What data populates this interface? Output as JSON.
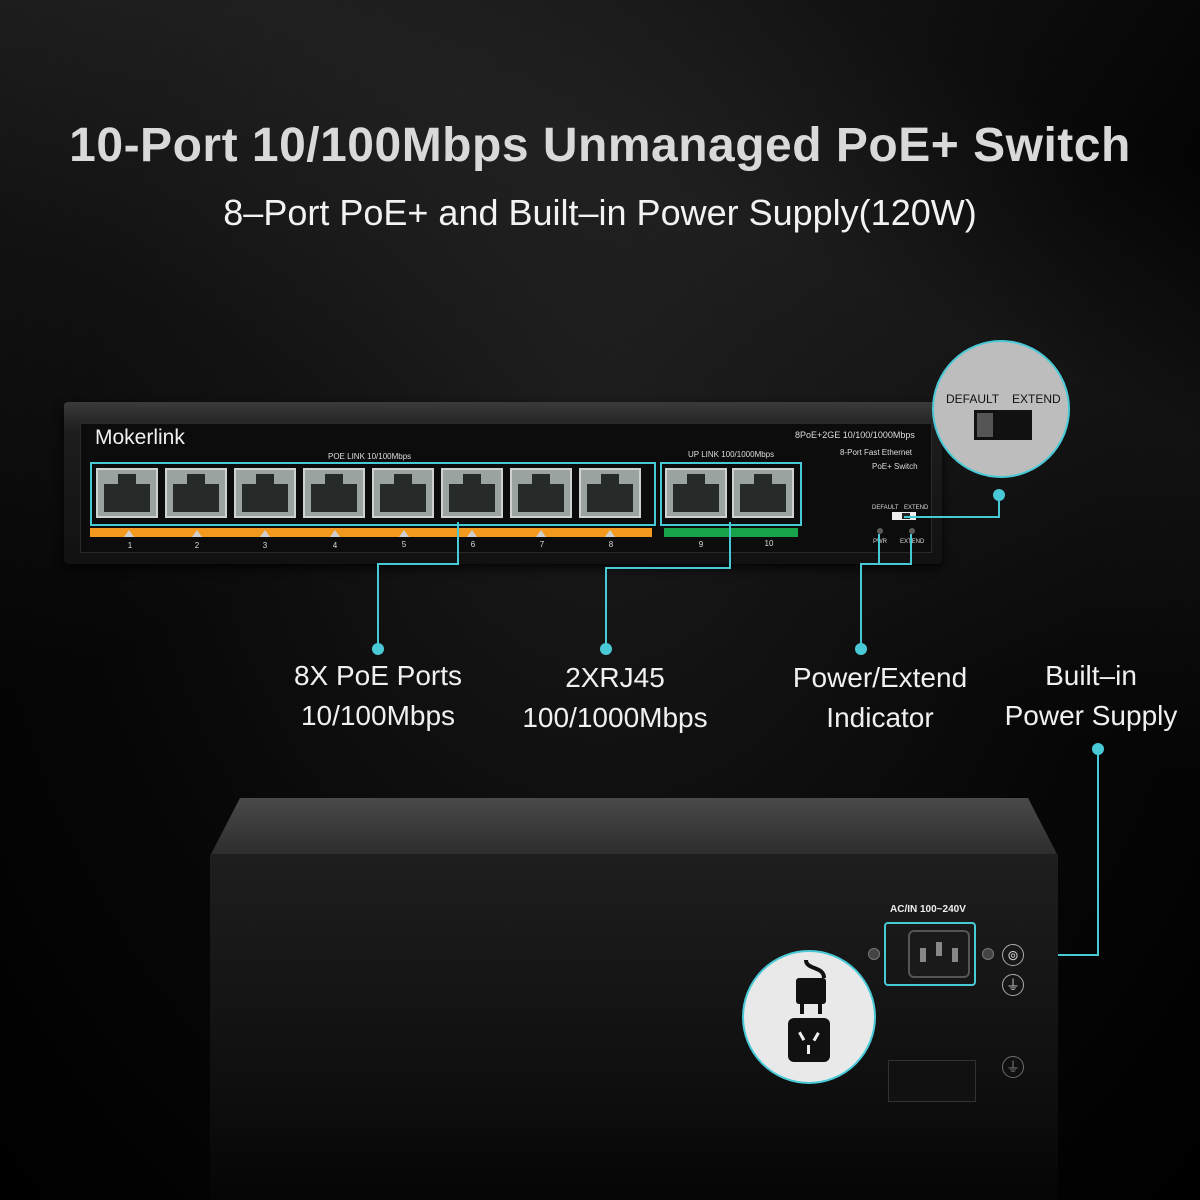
{
  "header": {
    "title": "10-Port 10/100Mbps Unmanaged PoE+ Switch",
    "subtitle": "8–Port  PoE+ and Built–in Power Supply(120W)"
  },
  "device": {
    "brand": "Mokerlink",
    "model_line1": "8PoE+2GE  10/100/1000Mbps",
    "model_line2": "8-Port Fast Ethernet",
    "model_line3": "PoE+ Switch",
    "poe_group_label": "POE LINK 10/100Mbps",
    "uplink_group_label": "UP LINK 100/1000Mbps",
    "ports": [
      "1",
      "2",
      "3",
      "4",
      "5",
      "6",
      "7",
      "8",
      "9",
      "10"
    ],
    "switch_default": "DEFAULT",
    "switch_extend": "EXTEND",
    "led_pwr": "PWR",
    "led_extend": "EXTEND",
    "ac_label": "AC/IN 100~240V",
    "poe_strip_color": "#f39a1e",
    "uplink_strip_color": "#17a34a"
  },
  "zoom": {
    "default_label": "DEFAULT",
    "extend_label": "EXTEND"
  },
  "callouts": {
    "poe_ports_l1": "8X PoE Ports",
    "poe_ports_l2": "10/100Mbps",
    "rj45_l1": "2XRJ45",
    "rj45_l2": "100/1000Mbps",
    "indicator_l1": "Power/Extend",
    "indicator_l2": "Indicator",
    "psu_l1": "Built–in",
    "psu_l2": "Power Supply"
  },
  "colors": {
    "accent": "#49c9d6"
  },
  "icons": [
    "plug-icon",
    "power-outlet-icon",
    "ground-icon"
  ]
}
